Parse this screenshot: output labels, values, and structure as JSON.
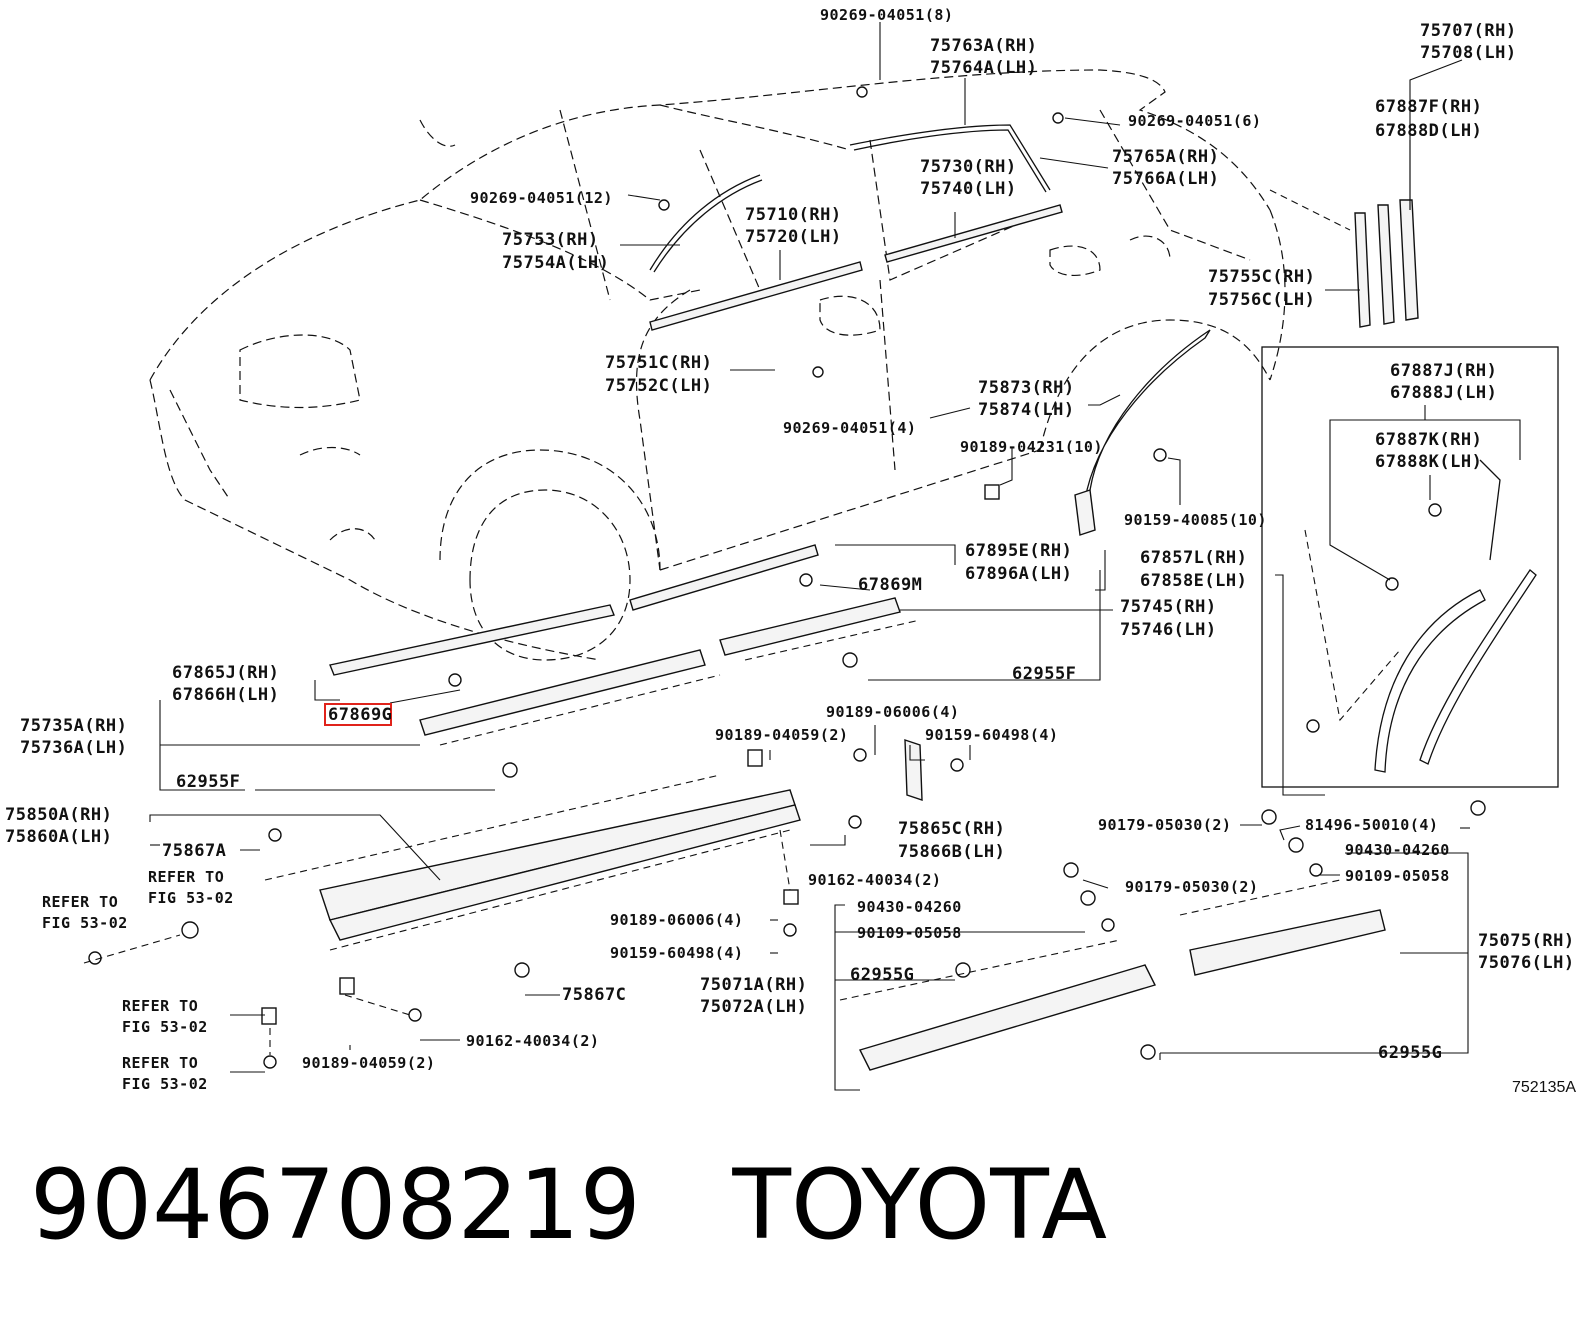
{
  "figure_id": "752135A",
  "highlight_label": "67869G",
  "caption": {
    "part_number": "9046708219",
    "brand": "TOYOTA"
  },
  "labels": {
    "l_90269_8": "90269-04051(8)",
    "l_75763A": "75763A(RH)",
    "l_75764A": "75764A(LH)",
    "l_75707": "75707(RH)",
    "l_75708": "75708(LH)",
    "l_90269_6": "90269-04051(6)",
    "l_67887F": "67887F(RH)",
    "l_67888D": "67888D(LH)",
    "l_75730": "75730(RH)",
    "l_75740": "75740(LH)",
    "l_75765A": "75765A(RH)",
    "l_75766A": "75766A(LH)",
    "l_90269_12": "90269-04051(12)",
    "l_75710": "75710(RH)",
    "l_75720": "75720(LH)",
    "l_75753": "75753(RH)",
    "l_75754A": "75754A(LH)",
    "l_75755C": "75755C(RH)",
    "l_75756C": "75756C(LH)",
    "l_75751C": "75751C(RH)",
    "l_75752C": "75752C(LH)",
    "l_75873": "75873(RH)",
    "l_75874": "75874(LH)",
    "l_90269_4": "90269-04051(4)",
    "l_90189_10": "90189-04231(10)",
    "l_90159_10": "90159-40085(10)",
    "l_67887J": "67887J(RH)",
    "l_67888J": "67888J(LH)",
    "l_67887K": "67887K(RH)",
    "l_67888K": "67888K(LH)",
    "l_67895E": "67895E(RH)",
    "l_67896A": "67896A(LH)",
    "l_67869M": "67869M",
    "l_67857L": "67857L(RH)",
    "l_67858E": "67858E(LH)",
    "l_75745": "75745(RH)",
    "l_75746": "75746(LH)",
    "l_67865J": "67865J(RH)",
    "l_67866H": "67866H(LH)",
    "l_62955F_a": "62955F",
    "l_75735A": "75735A(RH)",
    "l_75736A": "75736A(LH)",
    "l_62955F_b": "62955F",
    "l_90189_06006_a": "90189-06006(4)",
    "l_90189_04059_a": "90189-04059(2)",
    "l_90159_60498_a": "90159-60498(4)",
    "l_75865C": "75865C(RH)",
    "l_75866B": "75866B(LH)",
    "l_75850A": "75850A(RH)",
    "l_75860A": "75860A(LH)",
    "l_75867A": "75867A",
    "l_refer1a": "REFER TO",
    "l_refer1b": "FIG 53-02",
    "l_refer2a": "REFER TO",
    "l_refer2b": "FIG 53-02",
    "l_90162_a": "90162-40034(2)",
    "l_90179_a": "90179-05030(2)",
    "l_81496": "81496-50010(4)",
    "l_90430_a": "90430-04260",
    "l_90109_a": "90109-05058",
    "l_90179_b": "90179-05030(2)",
    "l_90430_b": "90430-04260",
    "l_90109_b": "90109-05058",
    "l_90189_06006_b": "90189-06006(4)",
    "l_90159_60498_b": "90159-60498(4)",
    "l_75075": "75075(RH)",
    "l_75076": "75076(LH)",
    "l_75867C": "75867C",
    "l_75071A": "75071A(RH)",
    "l_75072A": "75072A(LH)",
    "l_62955G_a": "62955G",
    "l_62955G_b": "62955G",
    "l_refer3a": "REFER TO",
    "l_refer3b": "FIG 53-02",
    "l_refer4a": "REFER TO",
    "l_refer4b": "FIG 53-02",
    "l_90162_b": "90162-40034(2)",
    "l_90189_04059_b": "90189-04059(2)"
  }
}
